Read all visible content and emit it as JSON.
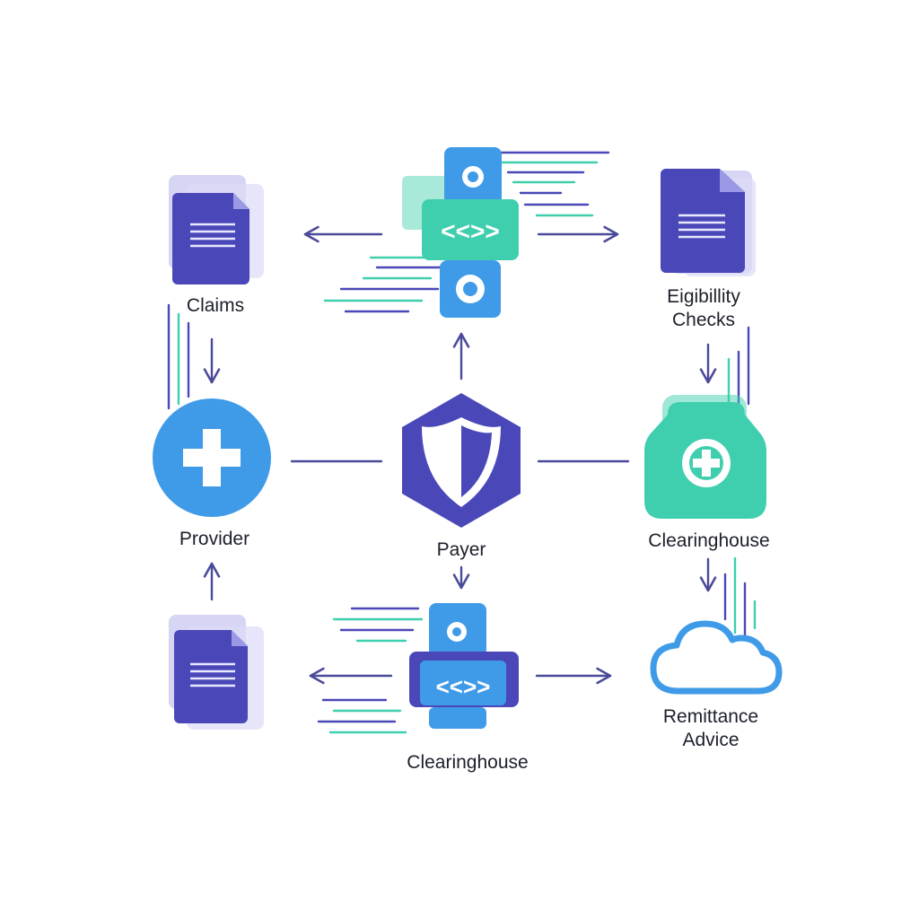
{
  "nodes": {
    "claims": {
      "label": "Claims",
      "icon": "document-icon"
    },
    "eligibility": {
      "label_line1": "Eigibillity",
      "label_line2": "Checks",
      "icon": "document-icon"
    },
    "provider": {
      "label": "Provider",
      "icon": "medical-cross-icon"
    },
    "payer": {
      "label": "Payer",
      "icon": "shield-icon"
    },
    "clearinghouse_right": {
      "label": "Clearinghouse",
      "icon": "medical-case-icon"
    },
    "remittance": {
      "label_line1": "Remittance",
      "label_line2": "Advice",
      "icon": "cloud-icon"
    },
    "clearinghouse_bottom": {
      "label": "Clearinghouse",
      "icon": "api-gateway-icon"
    },
    "gateway_top": {
      "icon": "api-gateway-icon"
    },
    "document_bottom_left": {
      "icon": "document-icon"
    }
  },
  "colors": {
    "indigo": "#4a48b8",
    "blue": "#3f9be8",
    "teal": "#3fcfae",
    "light_lavender": "#c9c7f0",
    "arrow": "#4a4a9a",
    "text": "#1d1f2b"
  }
}
